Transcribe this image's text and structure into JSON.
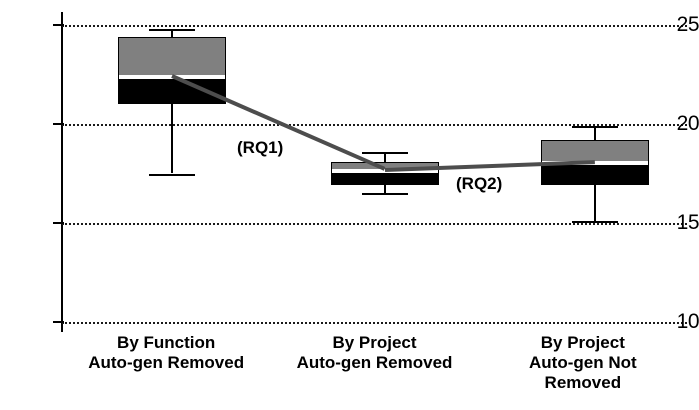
{
  "chart_data": {
    "type": "box",
    "title": "",
    "xlabel": "",
    "ylabel": "",
    "ylim": [
      10,
      25
    ],
    "yticks": [
      10,
      15,
      20,
      25
    ],
    "ytick_labels": [
      "10",
      "15",
      "20",
      "25"
    ],
    "grid": "horizontal dotted gridlines at each y tick",
    "legend": "none",
    "categories": [
      {
        "line1": "By Function",
        "line2": "Auto-gen Removed",
        "line3": ""
      },
      {
        "line1": "By Project",
        "line2": "Auto-gen Removed",
        "line3": ""
      },
      {
        "line1": "By Project",
        "line2": "Auto-gen Not",
        "line3": "Removed"
      }
    ],
    "boxes": [
      {
        "name": "By Function Auto-gen Removed",
        "whisker_low": 17.5,
        "q1": 21.0,
        "median": 22.4,
        "q3": 24.4,
        "whisker_high": 24.8
      },
      {
        "name": "By Project Auto-gen Removed",
        "whisker_low": 16.5,
        "q1": 16.9,
        "median": 17.7,
        "q3": 18.1,
        "whisker_high": 18.6
      },
      {
        "name": "By Project Auto-gen Not Removed",
        "whisker_low": 15.1,
        "q1": 16.9,
        "median": 18.1,
        "q3": 19.2,
        "whisker_high": 19.9
      }
    ],
    "connectors": [
      {
        "label": "(RQ1)",
        "from_box": 0,
        "from_value": 22.4,
        "to_box": 1,
        "to_value": 17.7
      },
      {
        "label": "(RQ2)",
        "from_box": 1,
        "from_value": 17.7,
        "to_box": 2,
        "to_value": 18.1
      }
    ],
    "annotations": [
      {
        "text": "(RQ1)",
        "x": 237,
        "y": 138
      },
      {
        "text": "(RQ2)",
        "x": 456,
        "y": 174
      }
    ],
    "colors": {
      "box_upper_fill": "#808080",
      "box_lower_fill": "#000000",
      "median_band": "#ffffff",
      "outline": "#000000",
      "connector": "#4d4d4d",
      "grid": "#1a1a1a",
      "background": "#ffffff"
    }
  }
}
